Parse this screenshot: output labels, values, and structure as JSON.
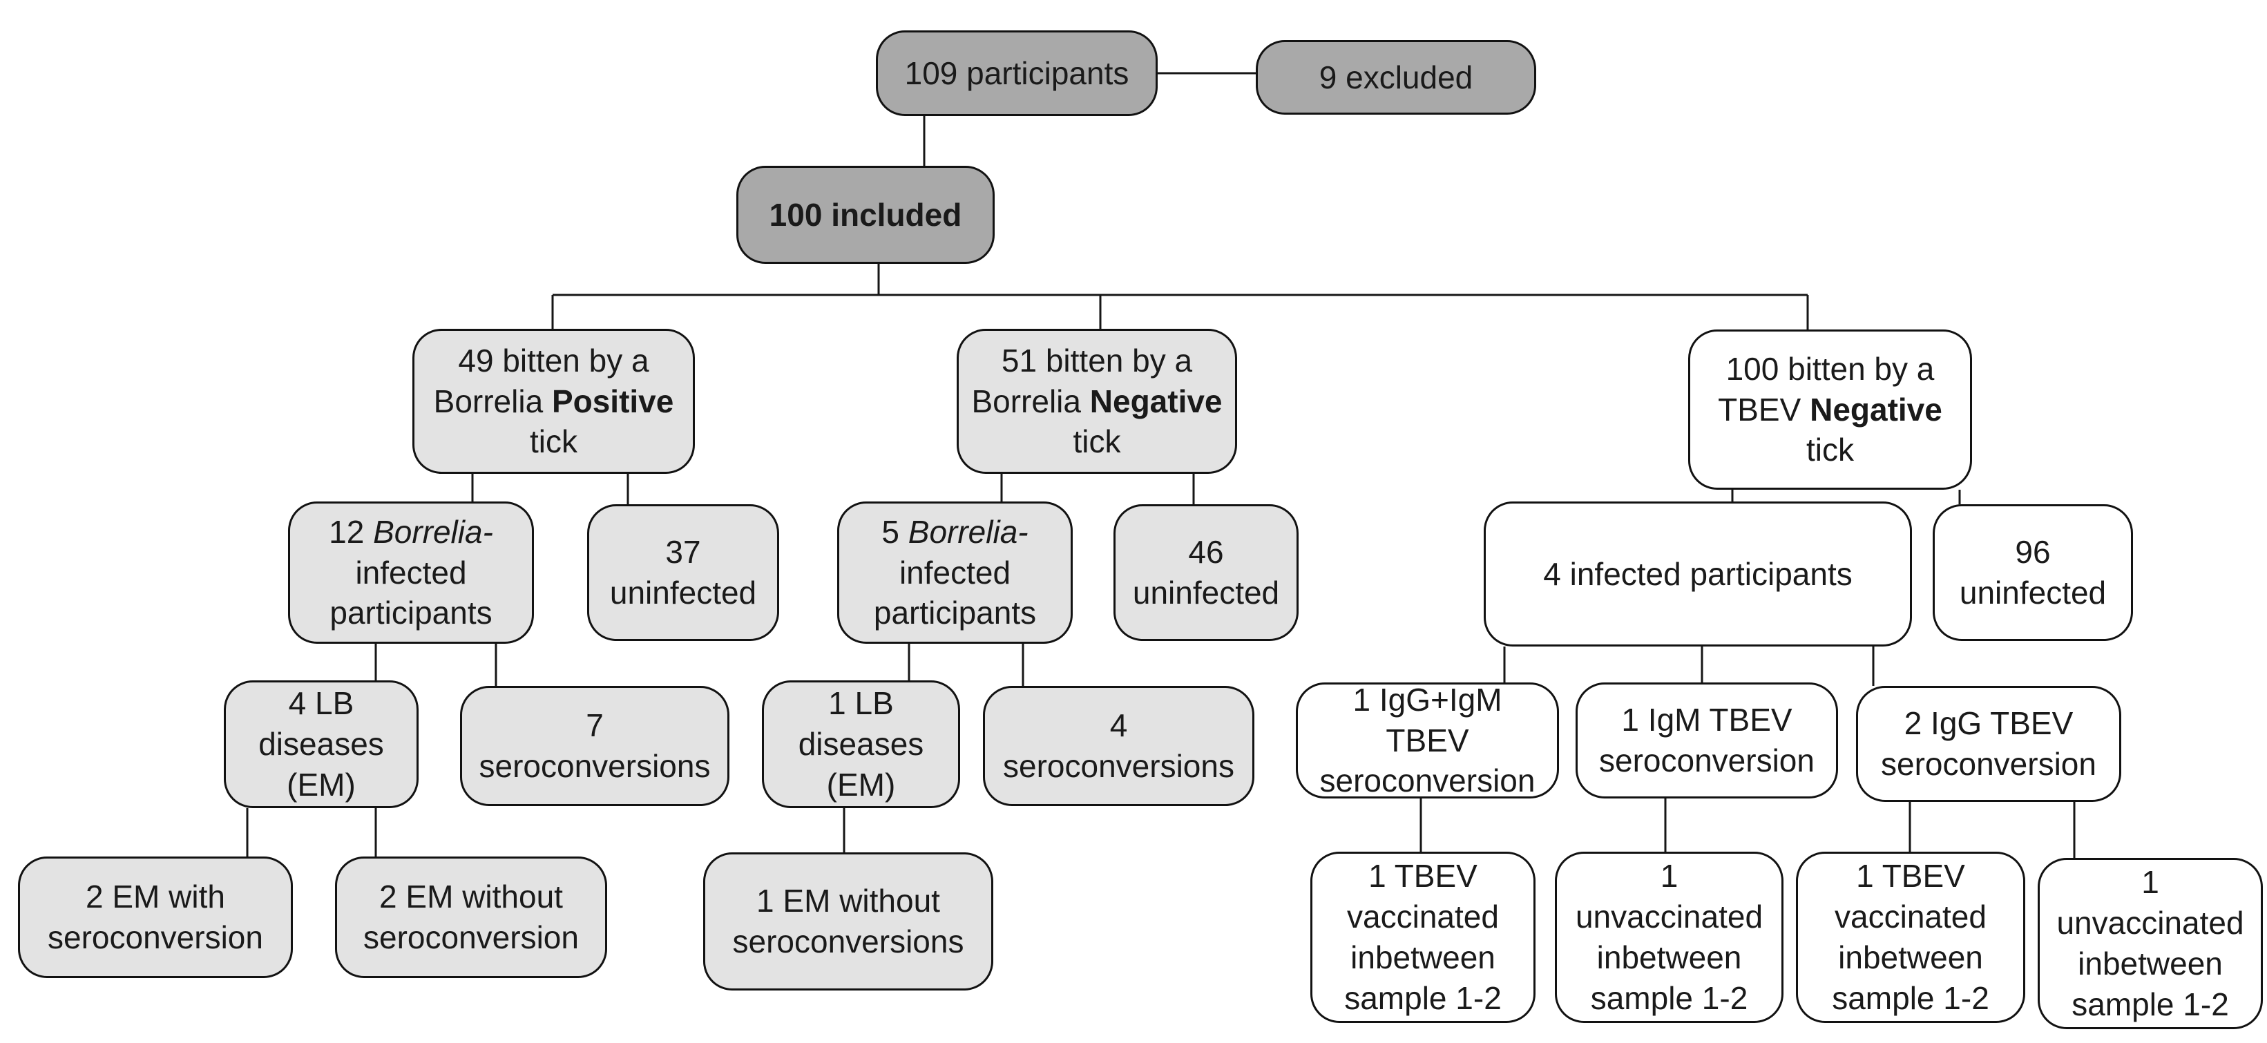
{
  "palette": {
    "node_dark": "#a9a9a9",
    "node_light": "#e3e3e3",
    "node_white": "#ffffff",
    "border": "#121212",
    "line": "#161616",
    "text": "#1a1a1a"
  },
  "nodes": {
    "participants_109": {
      "t1": "109 participants"
    },
    "excluded_9": {
      "t1": "9 excluded"
    },
    "included_100": {
      "t1": "100 included"
    },
    "borrelia_pos_49": {
      "t1": "49 bitten by a Borrelia ",
      "em": "Positive",
      "t2": " tick"
    },
    "borrelia_neg_51": {
      "t1": "51 bitten by a Borrelia ",
      "em": "Negative",
      "t2": " tick"
    },
    "tbev_neg_100": {
      "t1": "100 bitten by a TBEV ",
      "em": "Negative",
      "t2": " tick"
    },
    "borrelia_inf_12": {
      "t1": "12 ",
      "em": "Borrelia-",
      "t2": "infected participants"
    },
    "uninfected_37": {
      "t1": "37 uninfected"
    },
    "borrelia_inf_5": {
      "t1": "5 ",
      "em": "Borrelia-",
      "t2": "infected participants"
    },
    "uninfected_46": {
      "t1": "46 uninfected"
    },
    "infected_4": {
      "t1": "4 infected participants"
    },
    "uninfected_96": {
      "t1": "96 uninfected"
    },
    "lb_diseases_4": {
      "t1": "4 LB diseases (EM)"
    },
    "seroconversions_7": {
      "t1": "7 seroconversions"
    },
    "lb_diseases_1": {
      "t1": "1 LB diseases (EM)"
    },
    "seroconversions_4": {
      "t1": "4 seroconversions"
    },
    "igg_igm_tbev_1": {
      "t1": "1 IgG+IgM TBEV seroconversion"
    },
    "igm_tbev_1": {
      "t1": "1 IgM TBEV seroconversion"
    },
    "igg_tbev_2": {
      "t1": "2 IgG TBEV seroconversion"
    },
    "em_with_sero_2": {
      "t1": "2 EM with seroconversion"
    },
    "em_without_sero_2": {
      "t1": "2 EM without seroconversion"
    },
    "em_without_sero_1": {
      "t1": "1 EM without seroconversions"
    },
    "tbev_vacc_1a": {
      "t1": "1 TBEV vaccinated inbetween sample 1-2"
    },
    "unvacc_1a": {
      "t1": "1 unvaccinated inbetween sample 1-2"
    },
    "tbev_vacc_1b": {
      "t1": "1 TBEV vaccinated inbetween sample 1-2"
    },
    "unvacc_1b": {
      "t1": "1 unvaccinated inbetween sample 1-2"
    }
  },
  "edges": [
    {
      "from": "participants_109",
      "to": "excluded_9"
    },
    {
      "from": "participants_109",
      "to": "included_100"
    },
    {
      "from": "included_100",
      "to": "borrelia_pos_49"
    },
    {
      "from": "included_100",
      "to": "borrelia_neg_51"
    },
    {
      "from": "included_100",
      "to": "tbev_neg_100"
    },
    {
      "from": "borrelia_pos_49",
      "to": "borrelia_inf_12"
    },
    {
      "from": "borrelia_pos_49",
      "to": "uninfected_37"
    },
    {
      "from": "borrelia_neg_51",
      "to": "borrelia_inf_5"
    },
    {
      "from": "borrelia_neg_51",
      "to": "uninfected_46"
    },
    {
      "from": "tbev_neg_100",
      "to": "infected_4"
    },
    {
      "from": "tbev_neg_100",
      "to": "uninfected_96"
    },
    {
      "from": "borrelia_inf_12",
      "to": "lb_diseases_4"
    },
    {
      "from": "borrelia_inf_12",
      "to": "seroconversions_7"
    },
    {
      "from": "borrelia_inf_5",
      "to": "lb_diseases_1"
    },
    {
      "from": "borrelia_inf_5",
      "to": "seroconversions_4"
    },
    {
      "from": "infected_4",
      "to": "igg_igm_tbev_1"
    },
    {
      "from": "infected_4",
      "to": "igm_tbev_1"
    },
    {
      "from": "infected_4",
      "to": "igg_tbev_2"
    },
    {
      "from": "lb_diseases_4",
      "to": "em_with_sero_2"
    },
    {
      "from": "lb_diseases_4",
      "to": "em_without_sero_2"
    },
    {
      "from": "lb_diseases_1",
      "to": "em_without_sero_1"
    },
    {
      "from": "igg_igm_tbev_1",
      "to": "tbev_vacc_1a"
    },
    {
      "from": "igm_tbev_1",
      "to": "unvacc_1a"
    },
    {
      "from": "igg_tbev_2",
      "to": "tbev_vacc_1b"
    },
    {
      "from": "igg_tbev_2",
      "to": "unvacc_1b"
    }
  ]
}
